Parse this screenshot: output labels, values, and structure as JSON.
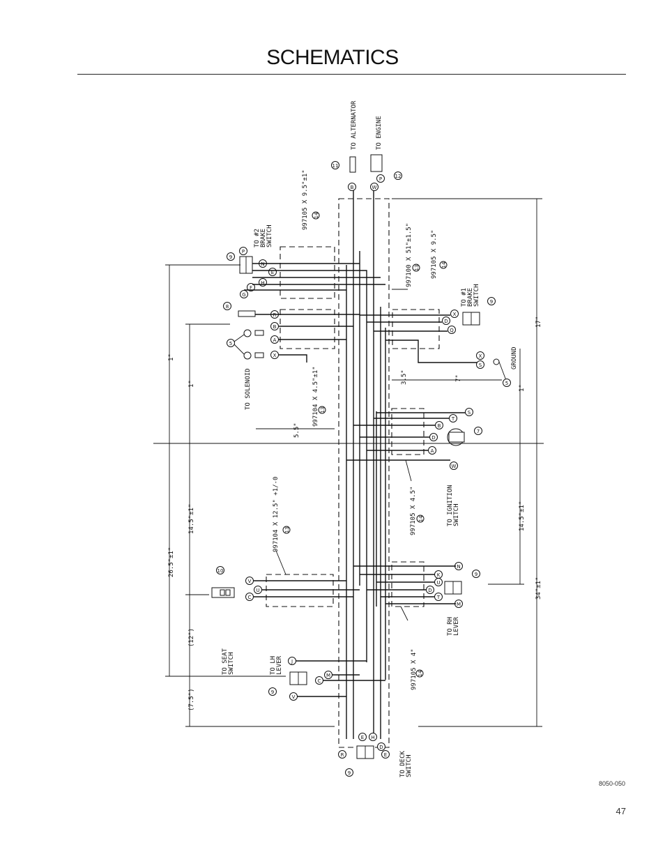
{
  "header": {
    "title": "SCHEMATICS"
  },
  "footer": {
    "figure_code": "8050-050",
    "page_number": "47"
  },
  "schematic": {
    "connectors": {
      "alternator": "TO ALTERNATOR",
      "engine": "TO ENGINE",
      "brake_switch_2": [
        "TO #2",
        "BRAKE",
        "SWITCH"
      ],
      "brake_switch_1": [
        "TO #1",
        "BRAKE",
        "SWITCH"
      ],
      "solenoid": "TO SOLENOID",
      "ground": "GROUND",
      "ignition_switch": [
        "TO IGNITION",
        "SWITCH"
      ],
      "seat_switch": [
        "TO SEAT",
        "SWITCH"
      ],
      "lh_lever": [
        "TO LH",
        "LEVER"
      ],
      "rh_lever": [
        "TO RH",
        "LEVER"
      ],
      "deck_switch": [
        "TO DECK",
        "SWITCH"
      ]
    },
    "wire_specs": {
      "top_right": "997105 X 9.5\"±1\"",
      "main_harness": "997100 X 51\"±1.5\"",
      "brake1": "997105 X 9.5\"",
      "solenoid": "997104 X 4.5\"±1\"",
      "seat": "997104 X 12.5\" +1/-0",
      "ignition": "997105 X 4.5\"",
      "rh_lever": "997105 X 4\""
    },
    "callouts": {
      "c14": "14",
      "c13": "13"
    },
    "dimensions": {
      "d1a": "1\"",
      "d1b": "1\"",
      "d26": "26.5\"±1\"",
      "d14_left": "14.5\"±1\"",
      "d12": "(12\")",
      "d75": "(7.5\")",
      "d55": "5.5\"",
      "d35": "3.5\"",
      "d7": "7\"",
      "d17": "17\"",
      "d1c": "1\"",
      "d14_right": "14.5\"±1\"",
      "d34": "34\"±1\""
    }
  }
}
